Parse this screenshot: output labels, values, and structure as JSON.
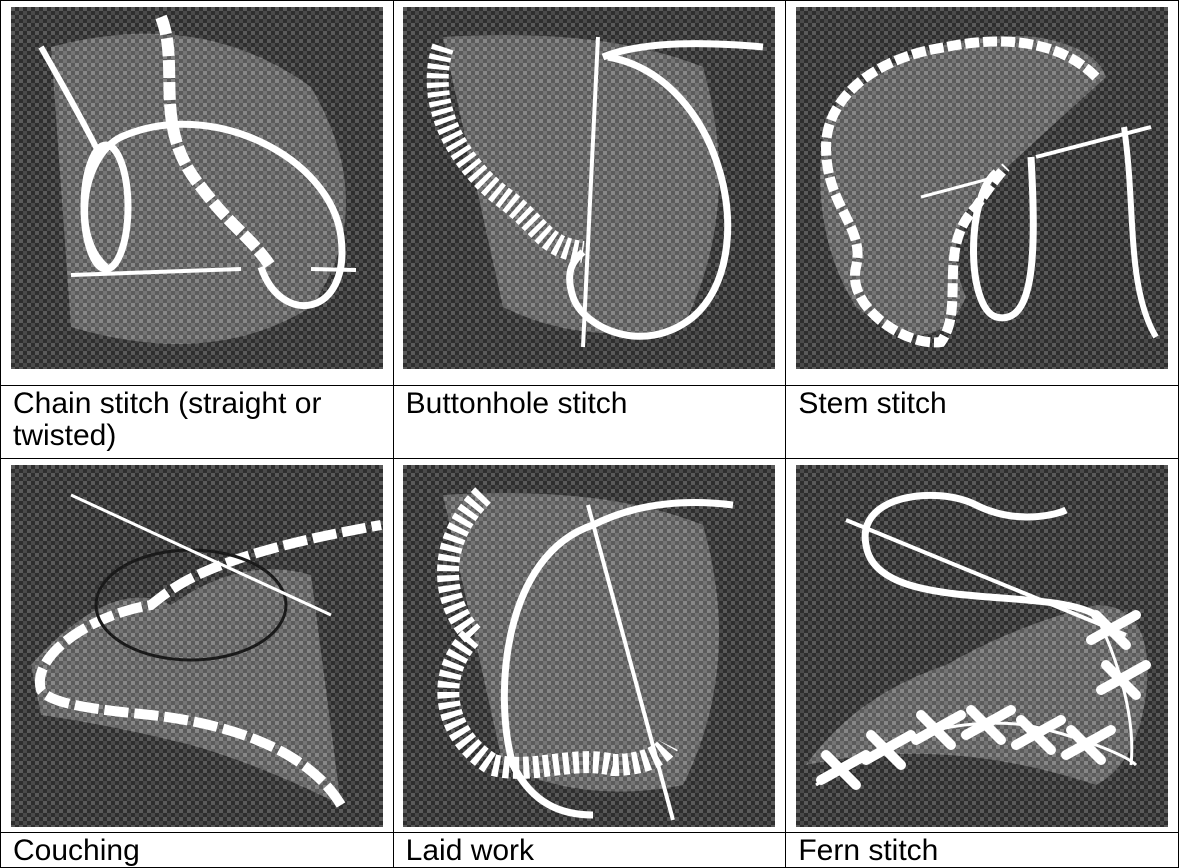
{
  "figure": {
    "panels": [
      {
        "caption": "Chain stitch (straight or twisted)",
        "icon": "chain-stitch-illustration"
      },
      {
        "caption": "Buttonhole stitch",
        "icon": "buttonhole-stitch-illustration"
      },
      {
        "caption": "Stem stitch",
        "icon": "stem-stitch-illustration"
      },
      {
        "caption": "Couching",
        "icon": "couching-illustration"
      },
      {
        "caption": "Laid work",
        "icon": "laid-work-illustration"
      },
      {
        "caption": "Fern stitch",
        "icon": "fern-stitch-illustration"
      }
    ]
  },
  "colors": {
    "fabric_dark": "#2e2e2e",
    "fabric_light": "#8a8a8a",
    "thread": "#ffffff",
    "border": "#000000",
    "background": "#ffffff"
  }
}
